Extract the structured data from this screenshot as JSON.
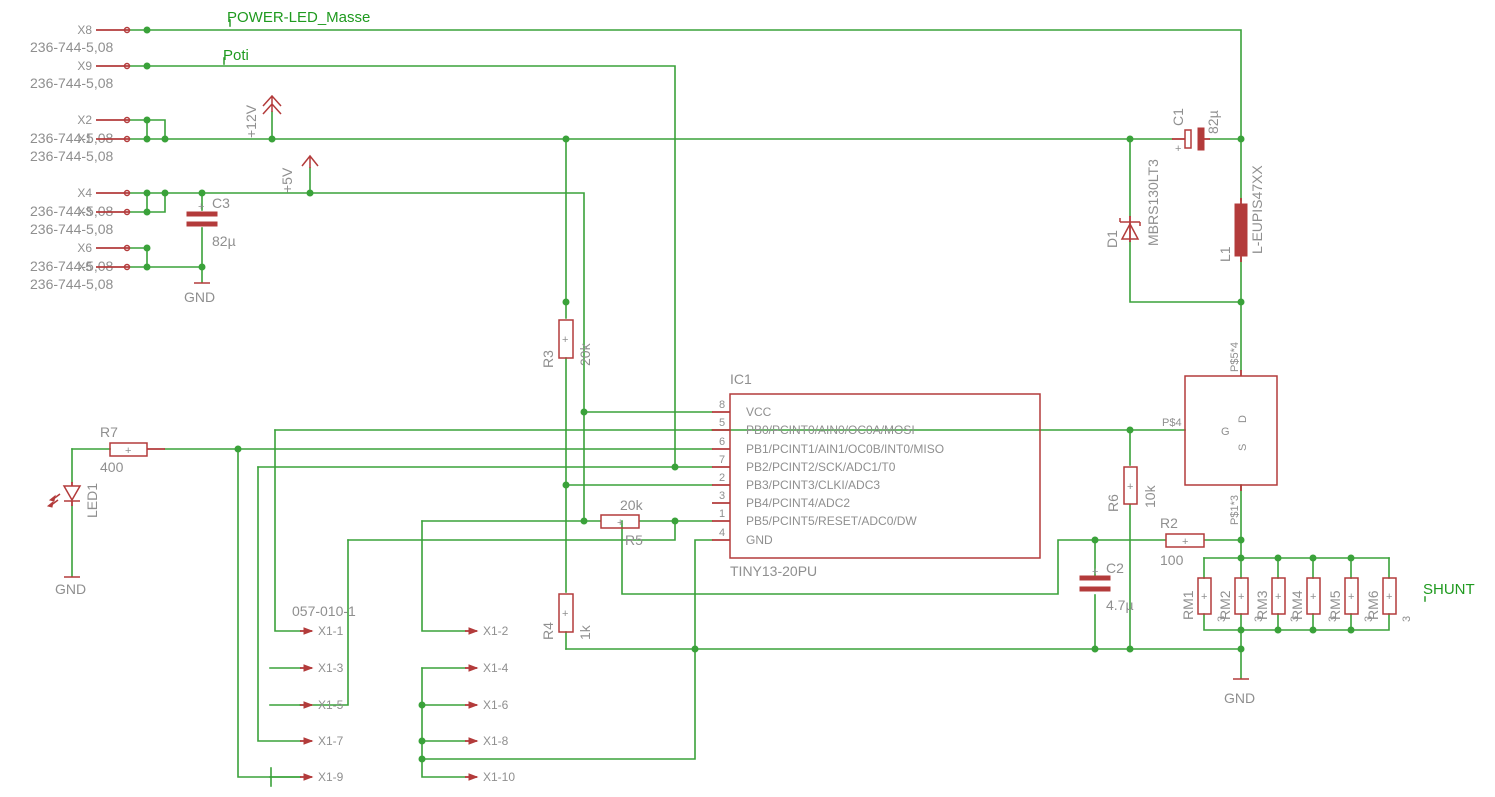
{
  "nets": {
    "power_led": "POWER-LED_Masse",
    "poti": "Poti",
    "shunt": "SHUNT"
  },
  "terminals": [
    {
      "name": "X8",
      "value": "236-744-5,08"
    },
    {
      "name": "X9",
      "value": "236-744-5,08"
    },
    {
      "name": "X2",
      "value": "236-744-5,08"
    },
    {
      "name": "X1",
      "value": "236-744-5,08"
    },
    {
      "name": "X4",
      "value": "236-744-5,08"
    },
    {
      "name": "X3",
      "value": "236-744-5,08"
    },
    {
      "name": "X6",
      "value": "236-744-5,08"
    },
    {
      "name": "X5",
      "value": "236-744-5,08"
    }
  ],
  "supplies": {
    "v12": "+12V",
    "v5": "+5V",
    "gnd": "GND"
  },
  "parts": {
    "c1": {
      "name": "C1",
      "value": "82µ"
    },
    "c2": {
      "name": "C2",
      "value": "4.7µ"
    },
    "c3": {
      "name": "C3",
      "value": "82µ"
    },
    "d1": {
      "name": "D1",
      "value": "MBRS130LT3"
    },
    "l1": {
      "name": "L1",
      "value": "L-EUPIS47XX"
    },
    "r2": {
      "name": "R2",
      "value": "100"
    },
    "r3": {
      "name": "R3",
      "value": "20k"
    },
    "r4": {
      "name": "R4",
      "value": "1k"
    },
    "r5": {
      "name": "R5",
      "value": "20k"
    },
    "r6": {
      "name": "R6",
      "value": "10k"
    },
    "r7": {
      "name": "R7",
      "value": "400"
    },
    "led1": {
      "name": "LED1"
    },
    "rm": [
      "RM1",
      "RM2",
      "RM3",
      "RM4",
      "RM5",
      "RM6"
    ],
    "rm_value": "3",
    "connector": "057-010-1"
  },
  "ic1": {
    "name": "IC1",
    "value": "TINY13-20PU",
    "pins": [
      {
        "num": "8",
        "label": "VCC"
      },
      {
        "num": "5",
        "label": "PB0/PCINT0/AIN0/OC0A/MOSI"
      },
      {
        "num": "6",
        "label": "PB1/PCINT1/AIN1/OC0B/INT0/MISO"
      },
      {
        "num": "7",
        "label": "PB2/PCINT2/SCK/ADC1/T0"
      },
      {
        "num": "2",
        "label": "PB3/PCINT3/CLKI/ADC3"
      },
      {
        "num": "3",
        "label": "PB4/PCINT4/ADC2"
      },
      {
        "num": "1",
        "label": "PB5/PCINT5/RESET/ADC0/DW"
      },
      {
        "num": "4",
        "label": "GND"
      }
    ]
  },
  "mosfet": {
    "p4": "P$4",
    "p5": "P$5*4",
    "p1": "P$1*3",
    "g": "G",
    "d": "D",
    "s": "S"
  },
  "header_pins": [
    "X1-1",
    "X1-2",
    "X1-3",
    "X1-4",
    "X1-5",
    "X1-6",
    "X1-7",
    "X1-8",
    "X1-9",
    "X1-10"
  ]
}
